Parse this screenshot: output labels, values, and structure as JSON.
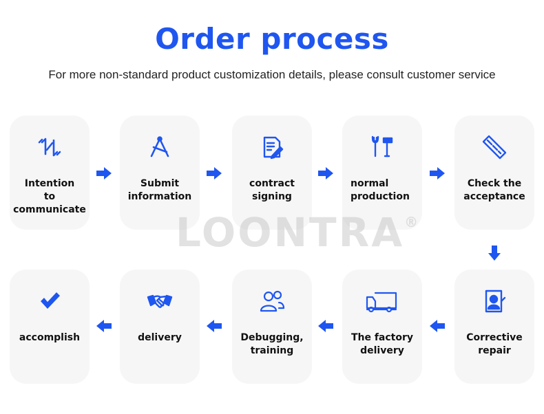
{
  "header": {
    "title": "Order process",
    "subtitle": "For more non-standard product customization details, please consult customer service"
  },
  "watermark": {
    "text": "LOONTRA",
    "mark": "®"
  },
  "colors": {
    "accent": "#1f56f0",
    "card_bg": "#f6f6f6",
    "text": "#111111"
  },
  "steps": [
    {
      "label_lines": [
        "Intention",
        "to",
        "communicate"
      ],
      "icon": "exchange-arrows-icon"
    },
    {
      "label_lines": [
        "Submit",
        "information"
      ],
      "icon": "compass-icon"
    },
    {
      "label_lines": [
        "contract",
        "signing"
      ],
      "icon": "contract-pen-icon"
    },
    {
      "label_lines": [
        "normal",
        "production"
      ],
      "icon": "wrench-hammer-icon"
    },
    {
      "label_lines": [
        "Check the",
        "acceptance"
      ],
      "icon": "ruler-icon"
    },
    {
      "label_lines": [
        "Corrective",
        "repair"
      ],
      "icon": "technician-icon"
    },
    {
      "label_lines": [
        "The factory",
        "delivery"
      ],
      "icon": "truck-icon"
    },
    {
      "label_lines": [
        "Debugging,",
        "training"
      ],
      "icon": "people-icon"
    },
    {
      "label_lines": [
        "delivery"
      ],
      "icon": "handshake-icon"
    },
    {
      "label_lines": [
        "accomplish"
      ],
      "icon": "checkmark-icon"
    }
  ]
}
